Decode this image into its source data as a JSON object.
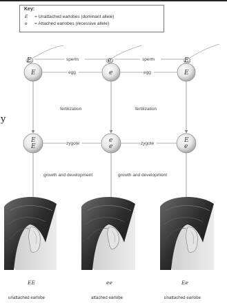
{
  "key": {
    "title": "Key:",
    "dominant_symbol": "E",
    "dominant_text": "= Unattached earlobes (dominant allele)",
    "recessive_symbol": "e",
    "recessive_text": "= Attached earlobes (recessive allele)"
  },
  "edge_glyph": "y",
  "connectors": {
    "sperm": "sperm",
    "egg": "egg",
    "fertilization": "fertilization",
    "zygote": "zygote",
    "growth": "growth and development"
  },
  "sperm_alleles": [
    "E",
    "e",
    "E"
  ],
  "egg_alleles": [
    "E",
    "e",
    "E"
  ],
  "offspring": [
    {
      "genotype": "EE",
      "zygote_top": "E",
      "zygote_bottom": "E",
      "phenotype": "unattached earlobe"
    },
    {
      "genotype": "ee",
      "zygote_top": "e",
      "zygote_bottom": "e",
      "phenotype": "attached earlobe"
    },
    {
      "genotype": "Ee",
      "zygote_top": "E",
      "zygote_bottom": "e",
      "phenotype": "unattached earlobe"
    }
  ],
  "colors": {
    "line": "#999999",
    "cell_light": "#f2f2f2",
    "cell_dark": "#9a9a9a",
    "hair_dark": "#2b2b2b",
    "skin": "#d9d9d9"
  }
}
